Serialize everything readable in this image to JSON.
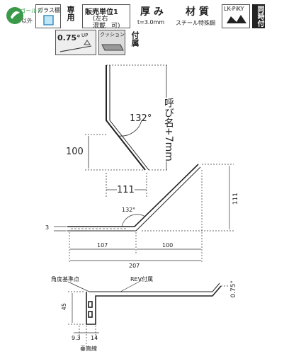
{
  "header": {
    "badge_green_line1": "ゴールド",
    "badge_green_line2": "以外",
    "glass_label": "ガラス棚",
    "exclusive_label": "専用",
    "unit_title": "販売単位1",
    "unit_sub1": "(左右",
    "unit_sub2": "混載",
    "unit_sub3": "可)",
    "thickness_title": "厚 み",
    "thickness_value": "t=3.0mm",
    "material_title": "材 質",
    "material_value": "スチール特殊鋼",
    "lk_label": "LK-PiKY",
    "simultaneous_label": "同時付",
    "angle_badge": "0.75°",
    "angle_badge_sup": "UP",
    "cushion_label": "クッション",
    "attached_label": "付属"
  },
  "diagram_top": {
    "angle_label": "132°",
    "nominal_label": "呼び名+7mm",
    "height_label": "100",
    "width_label": "111"
  },
  "diagram_mid": {
    "height_label": "111",
    "angle_label": "132°",
    "thickness_label": "3",
    "dim_left": "107",
    "dim_right": "100",
    "dim_total": "207"
  },
  "diagram_bottom": {
    "angle_ref_label": "角度基準点",
    "rev_label": "REV付属",
    "height_label": "45",
    "angle_label": "0.75°",
    "dim_a": "9.3",
    "dim_b": "14",
    "vertical_label": "垂直線"
  }
}
